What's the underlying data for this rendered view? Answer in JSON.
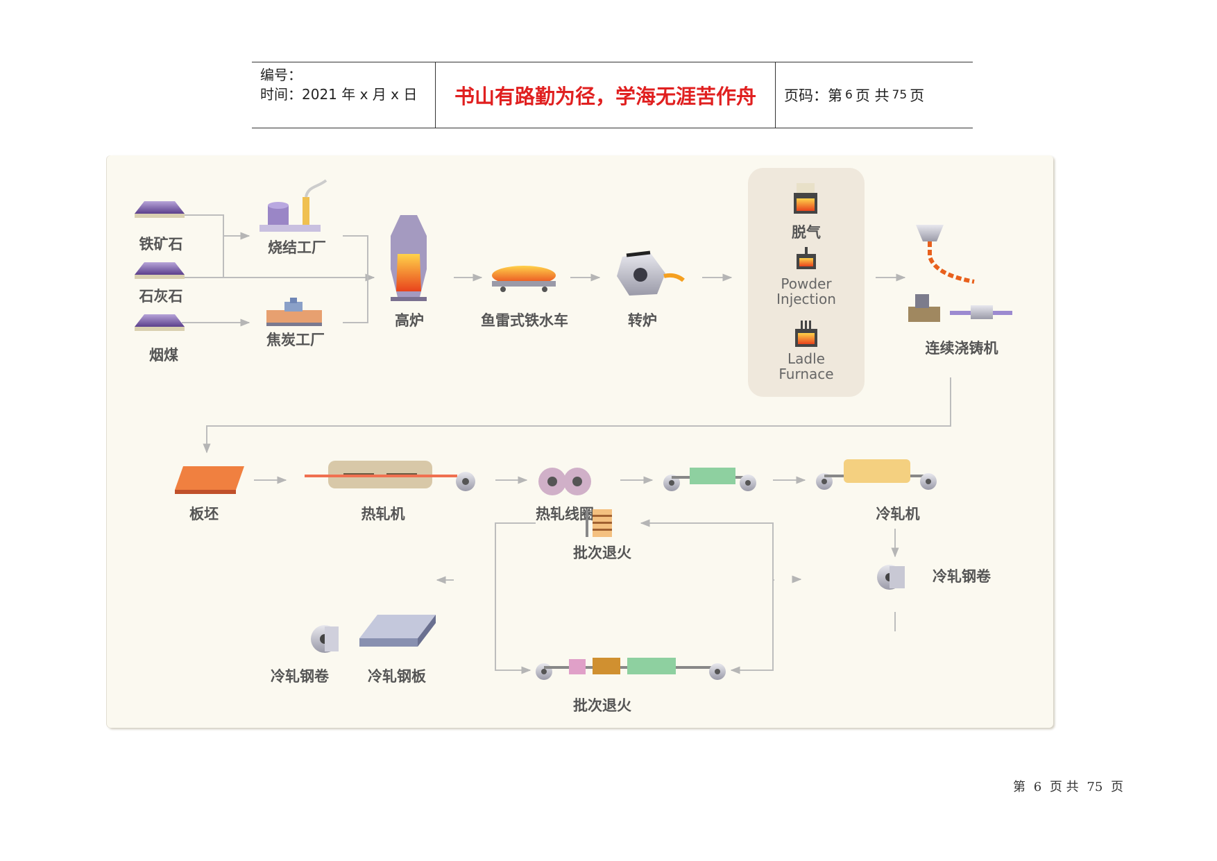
{
  "header": {
    "serial_label": "编号：",
    "time_label": "时间：2021 年 x 月 x 日",
    "motto": "书山有路勤为径，学海无涯苦作舟",
    "page_prefix": "页码：第",
    "page_current": "6",
    "page_mid": "页  共",
    "page_total": "75",
    "page_suffix": "页"
  },
  "diagram": {
    "raw_materials": [
      "铁矿石",
      "石灰石",
      "烟煤"
    ],
    "sinter_plant": "烧结工厂",
    "coke_plant": "焦炭工厂",
    "blast_furnace": "高炉",
    "torpedo_car": "鱼雷式铁水车",
    "converter": "转炉",
    "secondary": {
      "degas": "脱气",
      "powder_1": "Powder",
      "powder_2": "Injection",
      "ladle_1": "Ladle",
      "ladle_2": "Furnace"
    },
    "continuous_caster": "连续浇铸机",
    "slab": "板坯",
    "hot_mill": "热轧机",
    "hot_coil": "热轧线圈",
    "cold_mill": "冷轧机",
    "cold_coil": "冷轧钢卷",
    "batch_anneal_top": "批次退火",
    "batch_anneal_bottom": "批次退火",
    "product_coil": "冷轧钢卷",
    "product_sheet": "冷轧钢板"
  },
  "footer": {
    "prefix": "第",
    "current": "6",
    "mid": "页 共",
    "total": "75",
    "suffix": "页"
  },
  "colors": {
    "motto": "#e02020",
    "panel_bg": "#fbf9f0",
    "arrow": "#bdbdbd",
    "secondary_box": "#efe8dc"
  }
}
